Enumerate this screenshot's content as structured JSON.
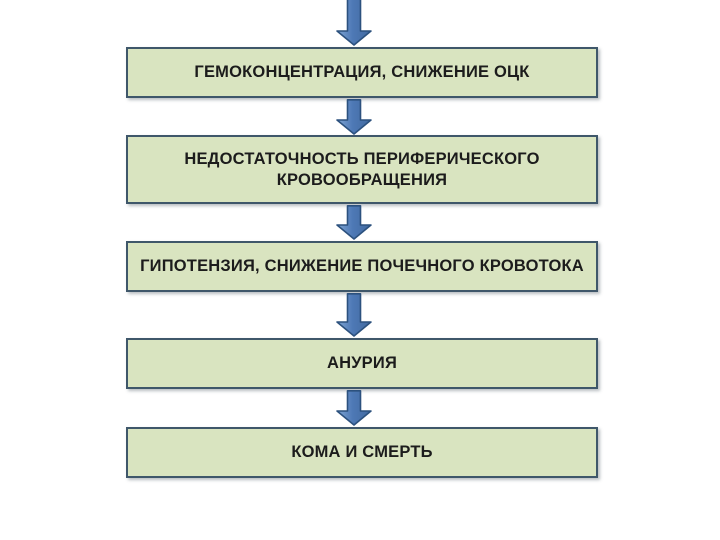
{
  "diagram": {
    "type": "flowchart",
    "direction": "top-down",
    "boxes": [
      {
        "label": "ГЕМОКОНЦЕНТРАЦИЯ, СНИЖЕНИЕ ОЦК"
      },
      {
        "label": "НЕДОСТАТОЧНОСТЬ ПЕРИФЕРИЧЕСКОГО КРОВООБРАЩЕНИЯ"
      },
      {
        "label": "ГИПОТЕНЗИЯ, СНИЖЕНИЕ ПОЧЕЧНОГО КРОВОТОКА"
      },
      {
        "label": "АНУРИЯ"
      },
      {
        "label": "КОМА И СМЕРТЬ"
      }
    ],
    "connectors": {
      "glyph": "down-block-arrow",
      "count": 5,
      "note": "topmost arrow enters from above the visible frame into the first box"
    },
    "colors": {
      "background": "#ffffff",
      "box_fill": "#d9e4c0",
      "box_border": "#3f576a",
      "arrow_fill": "#4e79b6",
      "arrow_highlight": "#82a7d4",
      "arrow_border": "#2c517e",
      "text": "#1c1c1c"
    }
  }
}
